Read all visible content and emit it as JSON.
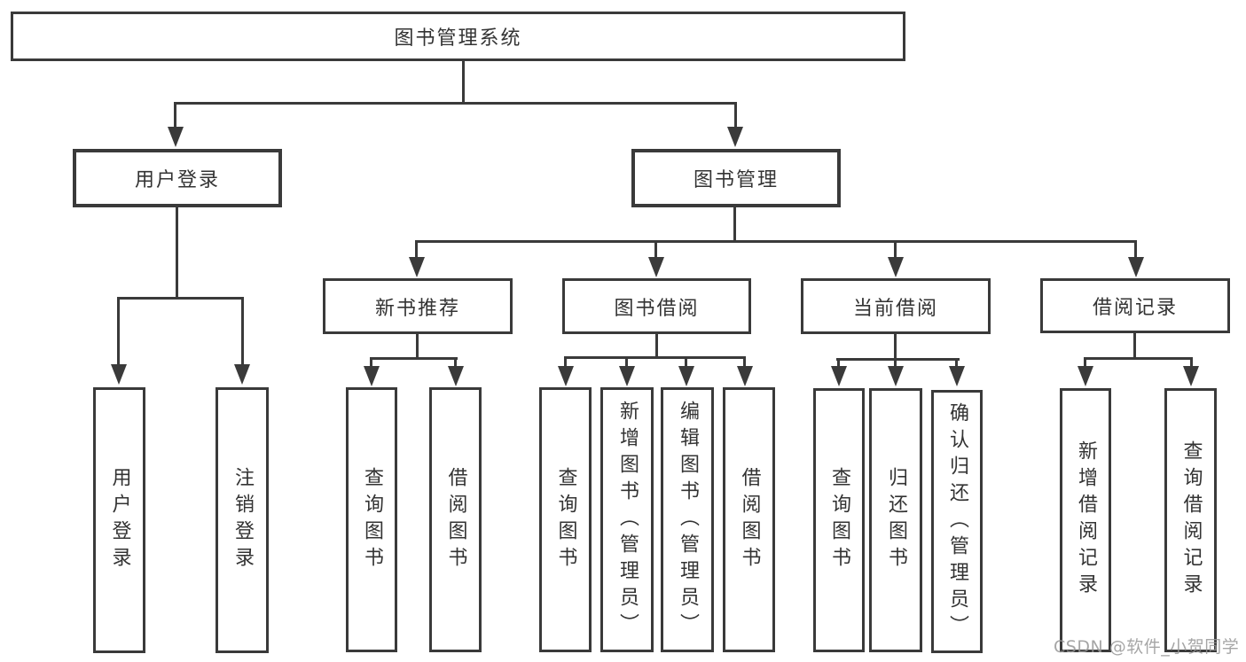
{
  "tree": {
    "root": {
      "label": "图书管理系统",
      "children": [
        {
          "label": "用户登录",
          "children": [
            {
              "label": "用户登录"
            },
            {
              "label": "注销登录"
            }
          ]
        },
        {
          "label": "图书管理",
          "children": [
            {
              "label": "新书推荐",
              "children": [
                {
                  "label": "查询图书"
                },
                {
                  "label": "借阅图书"
                }
              ]
            },
            {
              "label": "图书借阅",
              "children": [
                {
                  "label": "查询图书"
                },
                {
                  "label": "新增图书（管理员）"
                },
                {
                  "label": "编辑图书（管理员）"
                },
                {
                  "label": "借阅图书"
                }
              ]
            },
            {
              "label": "当前借阅",
              "children": [
                {
                  "label": "查询图书"
                },
                {
                  "label": "归还图书"
                },
                {
                  "label": "确认归还（管理员）"
                }
              ]
            },
            {
              "label": "借阅记录",
              "children": [
                {
                  "label": "新增借阅记录"
                },
                {
                  "label": "查询借阅记录"
                }
              ]
            }
          ]
        }
      ]
    }
  },
  "watermark": {
    "text": "CSDN @软件_小贺同学"
  },
  "colors": {
    "line": "#3a3a3a",
    "text": "#333333",
    "watermark": "#969696",
    "background": "#ffffff"
  }
}
